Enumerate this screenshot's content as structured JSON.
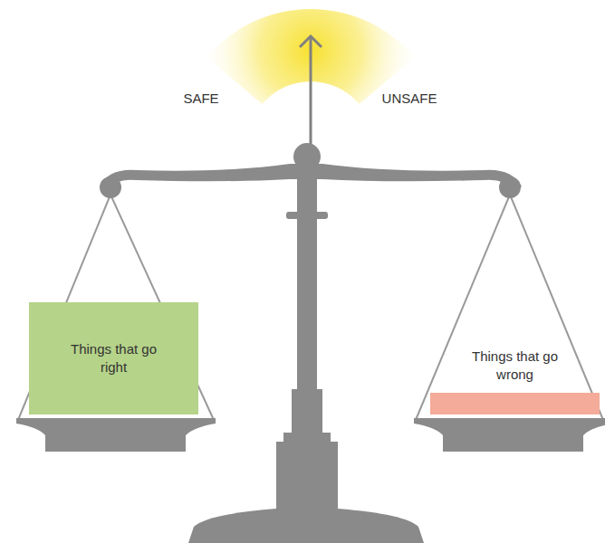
{
  "diagram": {
    "nodes": [
      {
        "text": [
          "Things that go right"
        ]
      },
      {
        "text": [
          "Things that go wrong"
        ]
      }
    ],
    "labels": [
      "SAFE",
      "UNSAFE"
    ]
  }
}
